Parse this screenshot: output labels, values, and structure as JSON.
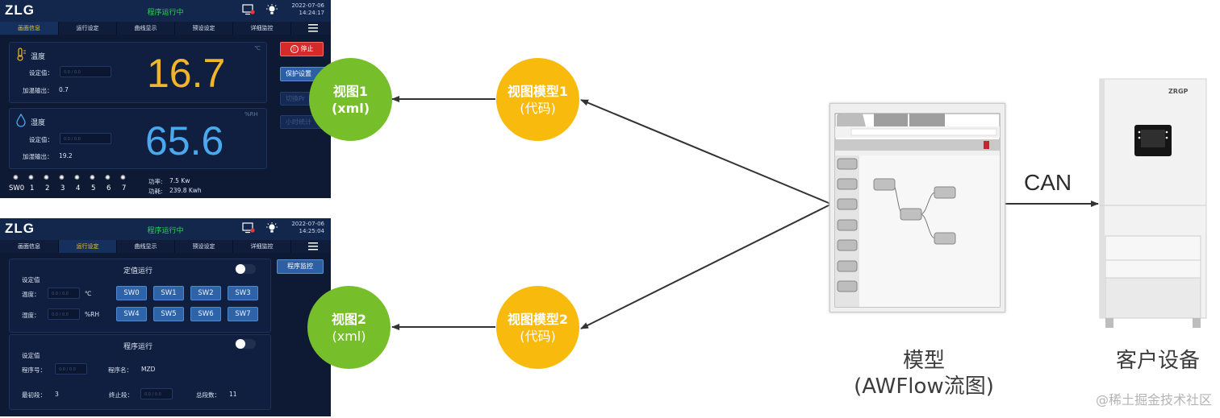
{
  "panel1": {
    "logo": "ZLG",
    "status": "程序运行中",
    "date": "2022-07-06",
    "time": "14:24:17",
    "tabs": [
      "画面信息",
      "运行设定",
      "曲线显示",
      "预设设定",
      "详细监控"
    ],
    "active_tab": 0,
    "temp_card": {
      "title": "温度",
      "setpoint_label": "设定值：",
      "setpoint_placeholder": "0.0 / 0.0",
      "output_label": "加温输出：",
      "output_value": "0.7",
      "value": "16.7",
      "unit": "℃"
    },
    "hum_card": {
      "title": "湿度",
      "setpoint_label": "设定值：",
      "setpoint_placeholder": "0.0 / 0.0",
      "output_label": "加湿输出：",
      "output_value": "19.2",
      "value": "65.6",
      "unit": "%RH"
    },
    "stop_button": "停止",
    "protect_button": "保护设置",
    "dim_button_1": "切換Pr",
    "dim_button_2": "小时统计",
    "switches": [
      "SW0",
      "1",
      "2",
      "3",
      "4",
      "5",
      "6",
      "7"
    ],
    "power_label": "功率:",
    "power_value": "7.5 Kw",
    "energy_label": "功耗:",
    "energy_value": "239.8 Kwh"
  },
  "panel2": {
    "logo": "ZLG",
    "status": "程序运行中",
    "date": "2022-07-06",
    "time": "14:25:04",
    "tabs": [
      "画面信息",
      "运行设定",
      "曲线显示",
      "预设设定",
      "详细监控"
    ],
    "active_tab": 1,
    "fixed_run": {
      "title": "定值运行",
      "setpoint_label": "设定值",
      "temp_label": "温度：",
      "temp_unit": "℃",
      "hum_label": "湿度：",
      "hum_unit": "%RH",
      "placeholder": "0.0 / 0.0",
      "sw_row1": [
        "SW0",
        "SW1",
        "SW2",
        "SW3"
      ],
      "sw_row2": [
        "SW4",
        "SW5",
        "SW6",
        "SW7"
      ]
    },
    "program_monitor_button": "程序监控",
    "program_run": {
      "title": "程序运行",
      "setpoint_label": "设定值",
      "program_no_label": "程序号：",
      "program_name_label": "程序名：",
      "program_name_value": "MZD",
      "first_seg_label": "最初段：",
      "first_seg_value": "3",
      "end_seg_label": "终止段：",
      "total_seg_label": "总段数：",
      "total_seg_value": "11",
      "placeholder": "0.0 / 0.0"
    }
  },
  "diagram": {
    "view1_line1": "视图1",
    "view1_line2": "(xml)",
    "view2_line1": "视图2",
    "view2_line2": "(xml)",
    "vm1_line1": "视图模型1",
    "vm1_line2": "(代码)",
    "vm2_line1": "视图模型2",
    "vm2_line2": "(代码)",
    "can_label": "CAN",
    "model_line1": "模型",
    "model_line2": "(AWFlow流图)",
    "device_label": "客户设备",
    "device_brand": "ZRGP",
    "watermark": "@稀土掘金技术社区",
    "colors": {
      "green": "#76bf2a",
      "yellow": "#f7ba0d",
      "panel_bg": "#0e1a33",
      "value_yellow": "#f0b62a",
      "value_blue": "#4aa9ee"
    }
  }
}
